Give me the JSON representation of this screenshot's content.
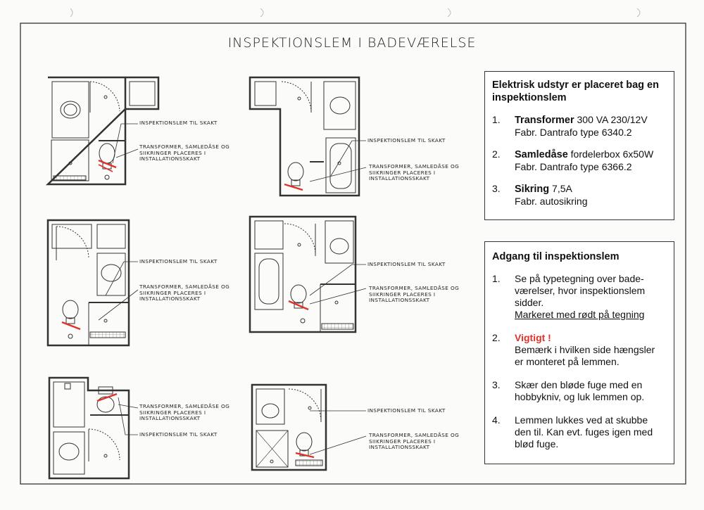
{
  "title": "INSPEKTIONSLEM  I  BADEVÆRELSE",
  "plan_labels": {
    "hatch": "INSPEKTIONSLEM TIL SKAKT",
    "equipment": [
      "TRANSFORMER, SAMLEDÅSE OG",
      "SIIKRINGER PLACERES I",
      "INSTALLATIONSSKAKT"
    ]
  },
  "equipment_box": {
    "heading": "Elektrisk udstyr er placeret bag en inspektionslem",
    "items": [
      {
        "num": "1.",
        "name": "Transformer",
        "spec": " 300 VA 230/12V",
        "fabr": "Fabr. Dantrafo type 6340.2"
      },
      {
        "num": "2.",
        "name": "Samledåse",
        "spec": " fordelerbox 6x50W",
        "fabr": "Fabr. Dantrafo type 6366.2"
      },
      {
        "num": "3.",
        "name": "Sikring",
        "spec": " 7,5A",
        "fabr": "Fabr. autosikring"
      }
    ]
  },
  "access_box": {
    "heading": "Adgang til inspektionslem",
    "item1": {
      "num": "1.",
      "lines": [
        "Se på typetegning over bade-",
        "værelser, hvor inspektionslem",
        "sidder."
      ],
      "marked": "Markeret med rødt på tegning"
    },
    "item2": {
      "num": "2.",
      "warning": "Vigtigt !",
      "lines": [
        "Bemærk  i hvilken side hængsler",
        "er monteret på lemmen."
      ]
    },
    "item3": {
      "num": "3.",
      "lines": [
        "Skær den bløde fuge med en",
        "hobbykniv, og luk lemmen op."
      ]
    },
    "item4": {
      "num": "4.",
      "lines": [
        "Lemmen lukkes ved at skubbe",
        "den til. Kan evt. fuges igen med",
        "blød fuge."
      ]
    }
  },
  "colors": {
    "marker": "#e0302a",
    "ink": "#222222"
  }
}
